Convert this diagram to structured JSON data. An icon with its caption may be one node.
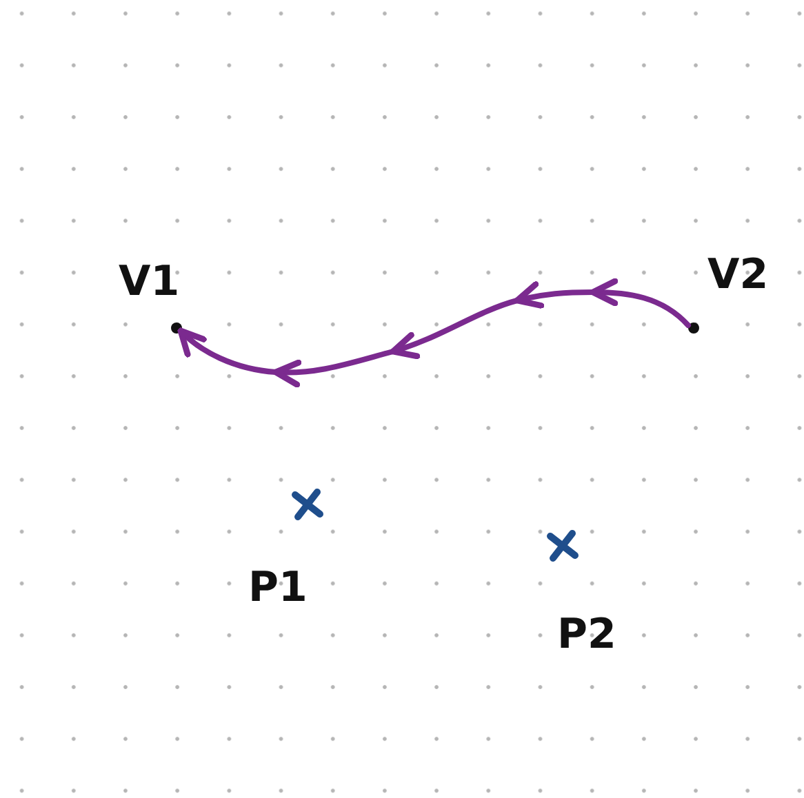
{
  "diagram": {
    "nodes": [
      {
        "text": [],
        "shape": "circle",
        "beside": [
          "V1"
        ]
      },
      {
        "text": [],
        "shape": "circle",
        "beside": [
          "V2"
        ]
      },
      {
        "text": [
          "P1"
        ]
      },
      {
        "text": [
          "P2"
        ]
      }
    ],
    "edges": [
      {
        "from": 1,
        "to": 0,
        "arrow": "to",
        "color": "#7b2a8f"
      }
    ]
  }
}
